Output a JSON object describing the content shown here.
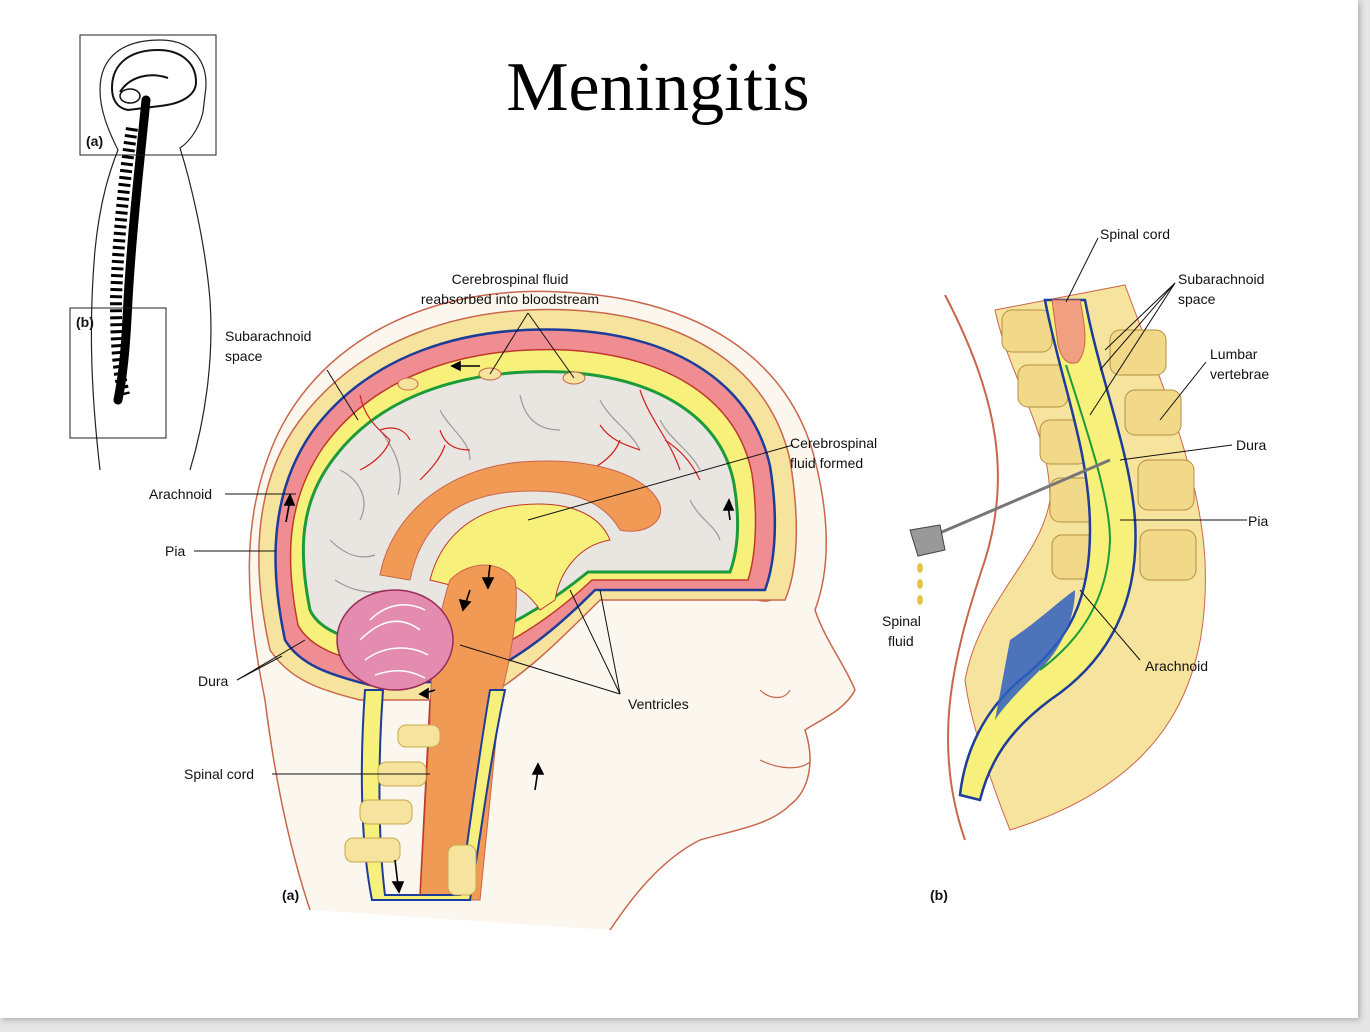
{
  "slide": {
    "title": "Meningitis"
  },
  "inset": {
    "label_a": "(a)",
    "label_b": "(b)"
  },
  "figure_a": {
    "panel_label": "(a)",
    "labels": {
      "csf_reabsorbed_1": "Cerebrospinal fluid",
      "csf_reabsorbed_2": "reabsorbed into bloodstream",
      "subarachnoid_1": "Subarachnoid",
      "subarachnoid_2": "space",
      "csf_formed_1": "Cerebrospinal",
      "csf_formed_2": "fluid formed",
      "arachnoid": "Arachnoid",
      "pia": "Pia",
      "dura": "Dura",
      "ventricles": "Ventricles",
      "spinal_cord": "Spinal cord"
    }
  },
  "figure_b": {
    "panel_label": "(b)",
    "labels": {
      "spinal_cord": "Spinal cord",
      "subarachnoid_1": "Subarachnoid",
      "subarachnoid_2": "space",
      "lumbar_1": "Lumbar",
      "lumbar_2": "vertebrae",
      "dura": "Dura",
      "pia": "Pia",
      "spinal_fluid_1": "Spinal",
      "spinal_fluid_2": "fluid",
      "arachnoid": "Arachnoid"
    }
  }
}
